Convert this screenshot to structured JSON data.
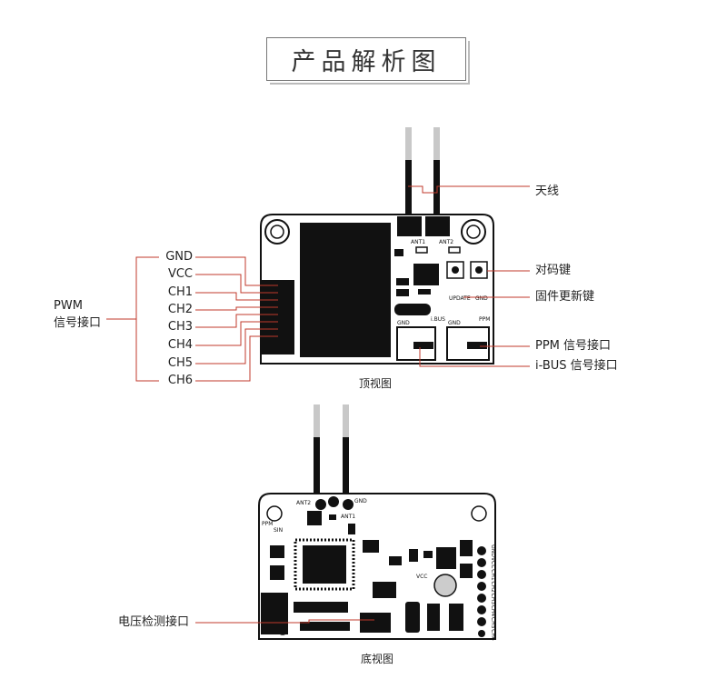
{
  "title": "产品解析图",
  "top_view": {
    "caption": "顶视图",
    "pwm_group": {
      "line1": "PWM",
      "line2": "信号接口"
    },
    "pins": [
      "GND",
      "VCC",
      "CH1",
      "CH2",
      "CH3",
      "CH4",
      "CH5",
      "CH6"
    ],
    "callouts": {
      "antenna": "天线",
      "bind_key": "对码键",
      "firmware_key": "固件更新键",
      "ppm_port": "PPM 信号接口",
      "ibus_port": "i-BUS 信号接口"
    },
    "silkscreen": {
      "ant1": "ANT1",
      "ant2": "ANT2",
      "update": "UPDATE",
      "gnd": "GND",
      "ibus": "i.BUS",
      "ppm": "PPM"
    }
  },
  "bottom_view": {
    "caption": "底视图",
    "callouts": {
      "voltage_port": "电压检测接口"
    },
    "silkscreen": {
      "ant2": "ANT2",
      "gnd": "GND",
      "ant1": "ANT1",
      "ppm": "PPM",
      "sin": "SIN",
      "vcc": "VCC",
      "right_pins": [
        "GND",
        "VCC",
        "CH1",
        "CH2",
        "CH3",
        "CH4",
        "CH5",
        "CH6"
      ]
    }
  },
  "colors": {
    "line": "#c0392b",
    "board": "#ffffff",
    "ink": "#111111",
    "wire": "#bdbdbd"
  }
}
